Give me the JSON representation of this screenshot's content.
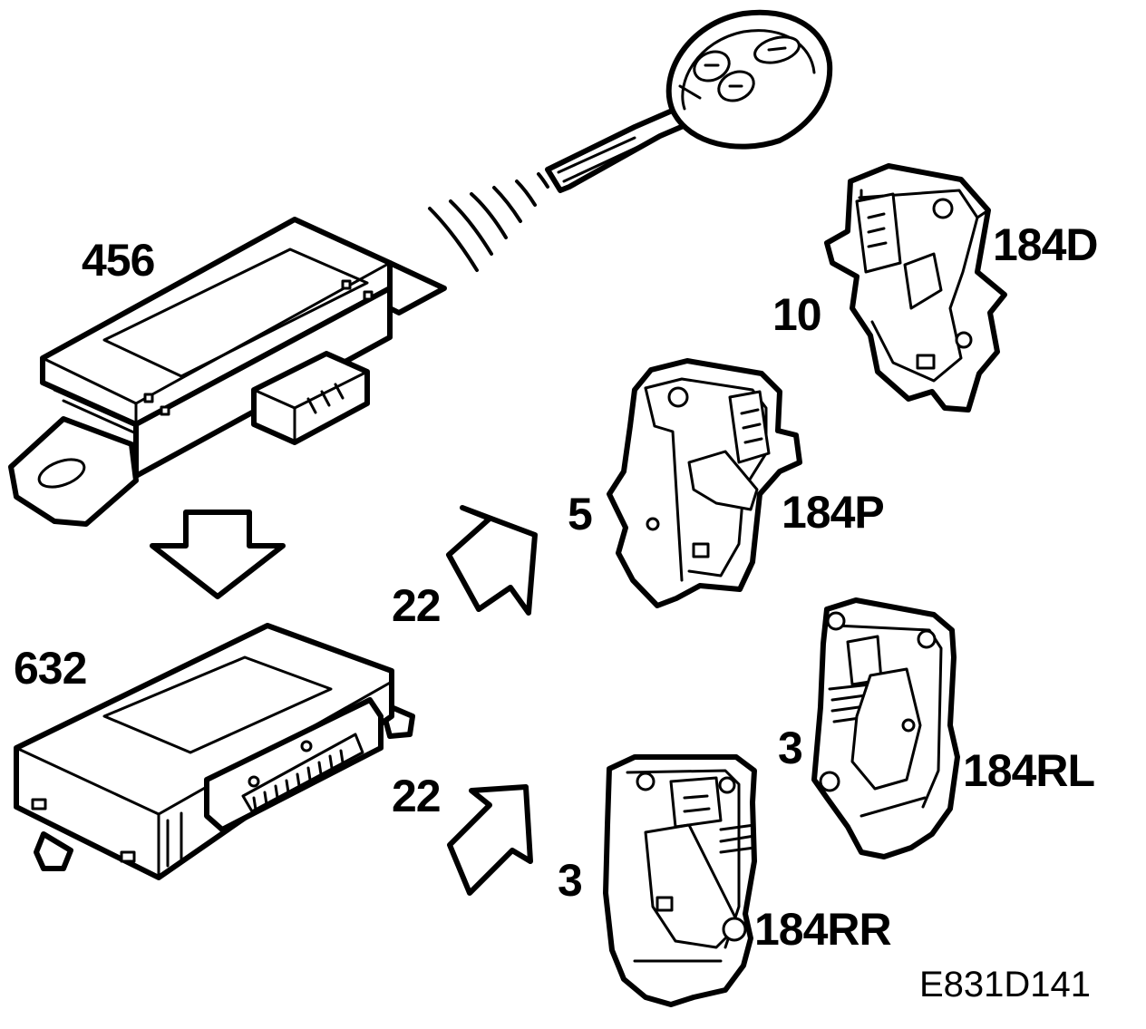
{
  "labels": {
    "module_456": "456",
    "module_632": "632",
    "lock_driver": "184D",
    "lock_passenger": "184P",
    "lock_rear_left": "184RL",
    "lock_rear_right": "184RR",
    "wire_driver": "10",
    "wire_passenger": "5",
    "wire_rear_left": "3",
    "wire_rear_right": "3",
    "bus_upper": "22",
    "bus_lower": "22"
  },
  "reference": "E831D141",
  "colors": {
    "line": "#000000",
    "background": "#ffffff"
  }
}
